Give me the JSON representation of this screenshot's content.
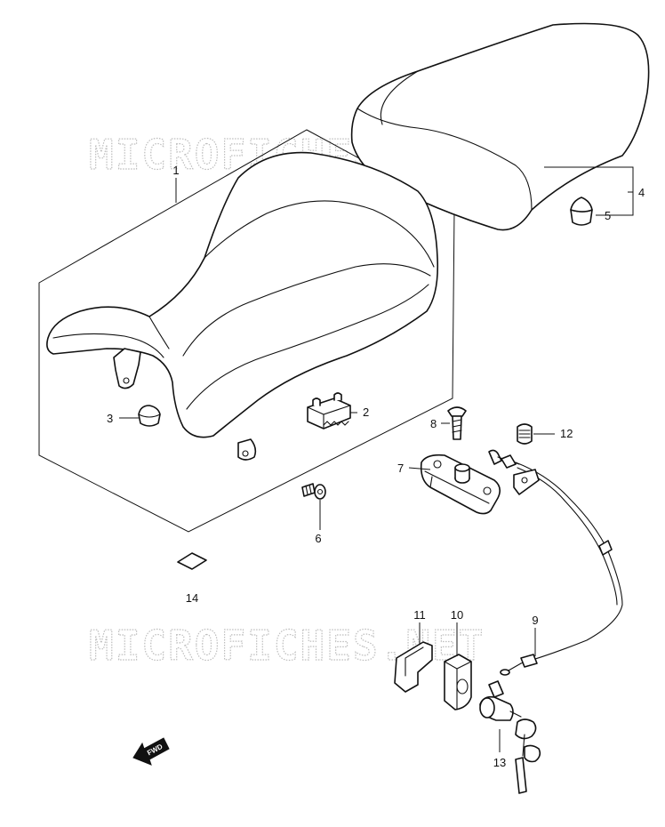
{
  "watermark": {
    "text": "MICROFICHES.NET"
  },
  "callouts": [
    {
      "id": "1",
      "label": "1"
    },
    {
      "id": "2",
      "label": "2"
    },
    {
      "id": "3",
      "label": "3"
    },
    {
      "id": "4",
      "label": "4"
    },
    {
      "id": "5",
      "label": "5"
    },
    {
      "id": "6",
      "label": "6"
    },
    {
      "id": "7",
      "label": "7"
    },
    {
      "id": "8",
      "label": "8"
    },
    {
      "id": "9",
      "label": "9"
    },
    {
      "id": "10",
      "label": "10"
    },
    {
      "id": "11",
      "label": "11"
    },
    {
      "id": "12",
      "label": "12"
    },
    {
      "id": "13",
      "label": "13"
    },
    {
      "id": "14",
      "label": "14"
    }
  ],
  "direction_arrow": {
    "label": "FWD"
  }
}
